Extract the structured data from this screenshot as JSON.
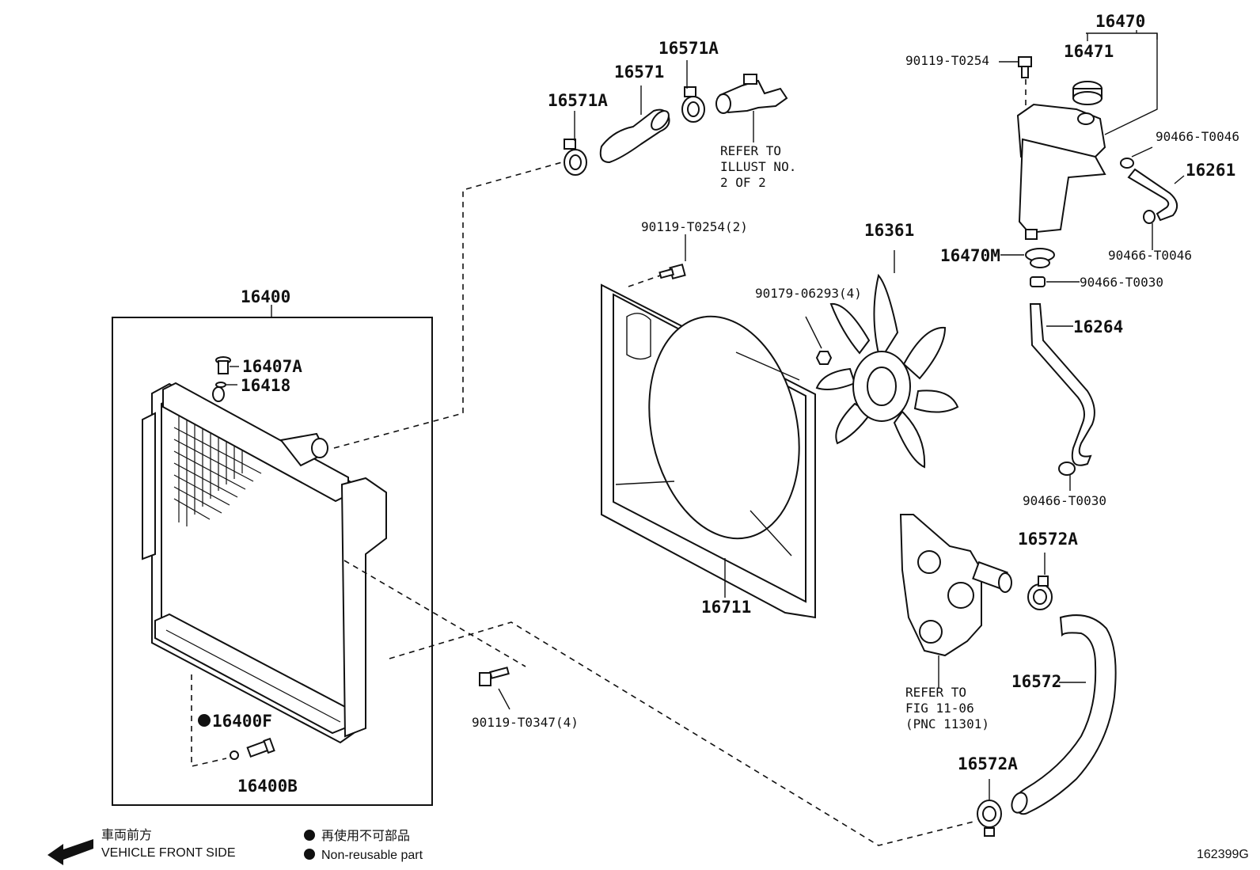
{
  "labels": {
    "p16400": "16400",
    "p16407A": "16407A",
    "p16418": "16418",
    "p16400F": "16400F",
    "p16400B": "16400B",
    "p16571A_left": "16571A",
    "p16571": "16571",
    "p16571A_right": "16571A",
    "refer_illust_1": "REFER TO",
    "refer_illust_2": "ILLUST NO.",
    "refer_illust_3": "2 OF 2",
    "p90119_T0254_2": "90119-T0254(2)",
    "p90179_06293_4": "90179-06293(4)",
    "p16361": "16361",
    "p16711": "16711",
    "p90119_T0347_4": "90119-T0347(4)",
    "p16470": "16470",
    "p16471": "16471",
    "p90119_T0254": "90119-T0254",
    "p90466_T0046_a": "90466-T0046",
    "p16261": "16261",
    "p90466_T0046_b": "90466-T0046",
    "p16470M": "16470M",
    "p90466_T0030_a": "90466-T0030",
    "p16264": "16264",
    "p90466_T0030_b": "90466-T0030",
    "p16572A_top": "16572A",
    "p16572": "16572",
    "p16572A_bottom": "16572A",
    "refer_fig_1": "REFER TO",
    "refer_fig_2": "FIG 11-06",
    "refer_fig_3": "(PNC 11301)"
  },
  "legend": {
    "front_jp": "車両前方",
    "front_en": "VEHICLE FRONT SIDE",
    "nonreusable_jp": "再使用不可部品",
    "nonreusable_en": "Non-reusable part"
  },
  "diagram_id": "162399G"
}
